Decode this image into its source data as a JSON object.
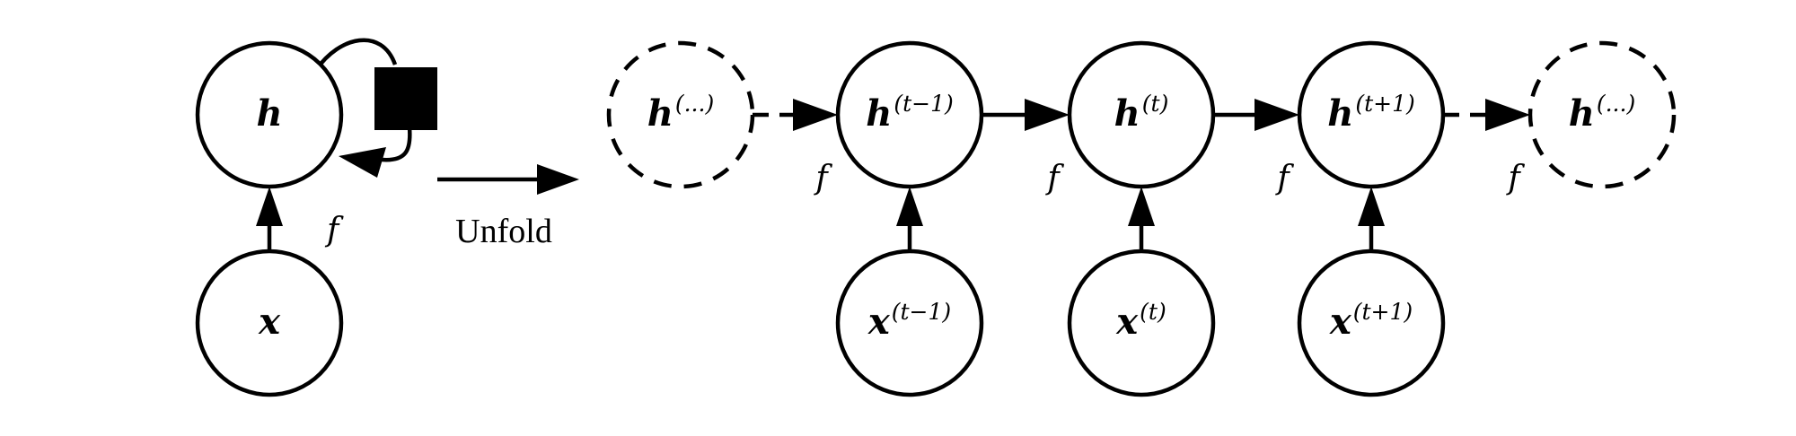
{
  "folded": {
    "hidden": {
      "var": "h",
      "sup": ""
    },
    "input": {
      "var": "x",
      "sup": ""
    },
    "f_label": "f"
  },
  "unfold_label": "Unfold",
  "unfolded": {
    "hidden": [
      {
        "var": "h",
        "sup": "(...)",
        "dashed": true
      },
      {
        "var": "h",
        "sup": "(t−1)",
        "dashed": false
      },
      {
        "var": "h",
        "sup": "(t)",
        "dashed": false
      },
      {
        "var": "h",
        "sup": "(t+1)",
        "dashed": false
      },
      {
        "var": "h",
        "sup": "(...)",
        "dashed": true
      }
    ],
    "inputs": [
      {
        "var": "x",
        "sup": "(t−1)"
      },
      {
        "var": "x",
        "sup": "(t)"
      },
      {
        "var": "x",
        "sup": "(t+1)"
      }
    ],
    "f_labels": [
      "f",
      "f",
      "f",
      "f"
    ]
  },
  "colors": {
    "stroke": "#000000",
    "fill": "#ffffff"
  }
}
